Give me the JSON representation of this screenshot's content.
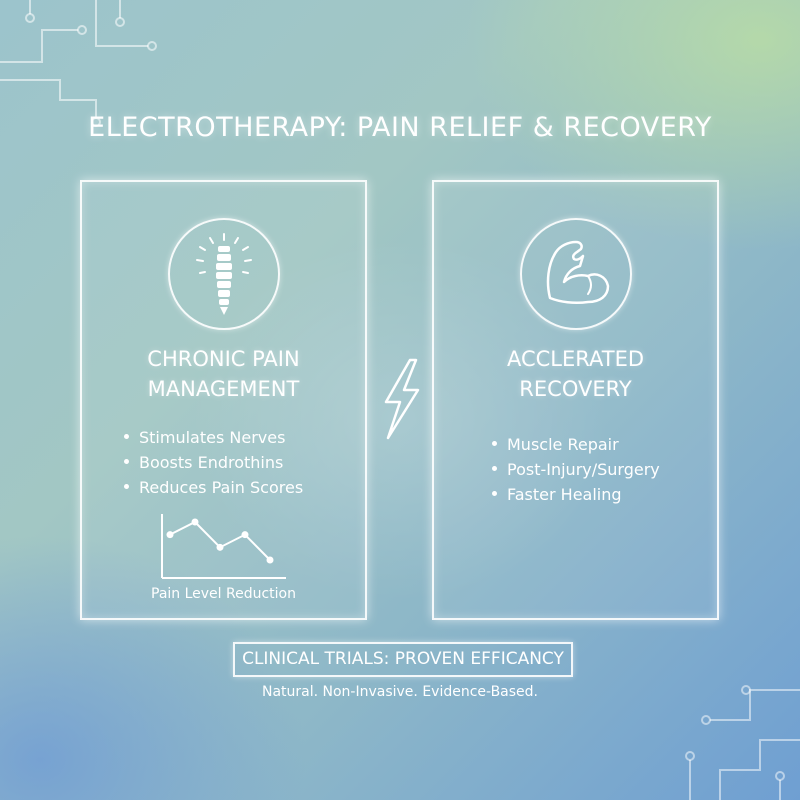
{
  "title": "ELECTROTHERAPY: PAIN RELIEF & RECOVERY",
  "left_panel": {
    "icon": "spine-icon",
    "heading_line1": "CHRONIC PAIN",
    "heading_line2": "MANAGEMENT",
    "bullets": [
      "Stimulates Nerves",
      "Boosts Endrothins",
      "Reduces Pain Scores"
    ],
    "chart_caption": "Pain Level Reduction"
  },
  "center_icon": "lightning-bolt-icon",
  "right_panel": {
    "icon": "flexed-arm-icon",
    "heading_line1": "ACCLERATED",
    "heading_line2": "RECOVERY",
    "bullets": [
      "Muscle Repair",
      "Post-Injury/Surgery",
      "Faster Healing"
    ]
  },
  "chart_data": {
    "type": "line",
    "x": [
      1,
      2,
      3,
      4,
      5
    ],
    "values": [
      3,
      4,
      2,
      3,
      1
    ],
    "title": "Pain Level Reduction",
    "xlabel": "",
    "ylabel": "",
    "grid": false
  },
  "footer": {
    "badge": "CLINICAL TRIALS: PROVEN EFFICANCY",
    "tagline": "Natural. Non-Invasive. Evidence-Based."
  },
  "colors": {
    "background_top_right": "#b9dfa2",
    "background_bottom_left": "#6f9fd2",
    "foreground": "#ffffff"
  }
}
